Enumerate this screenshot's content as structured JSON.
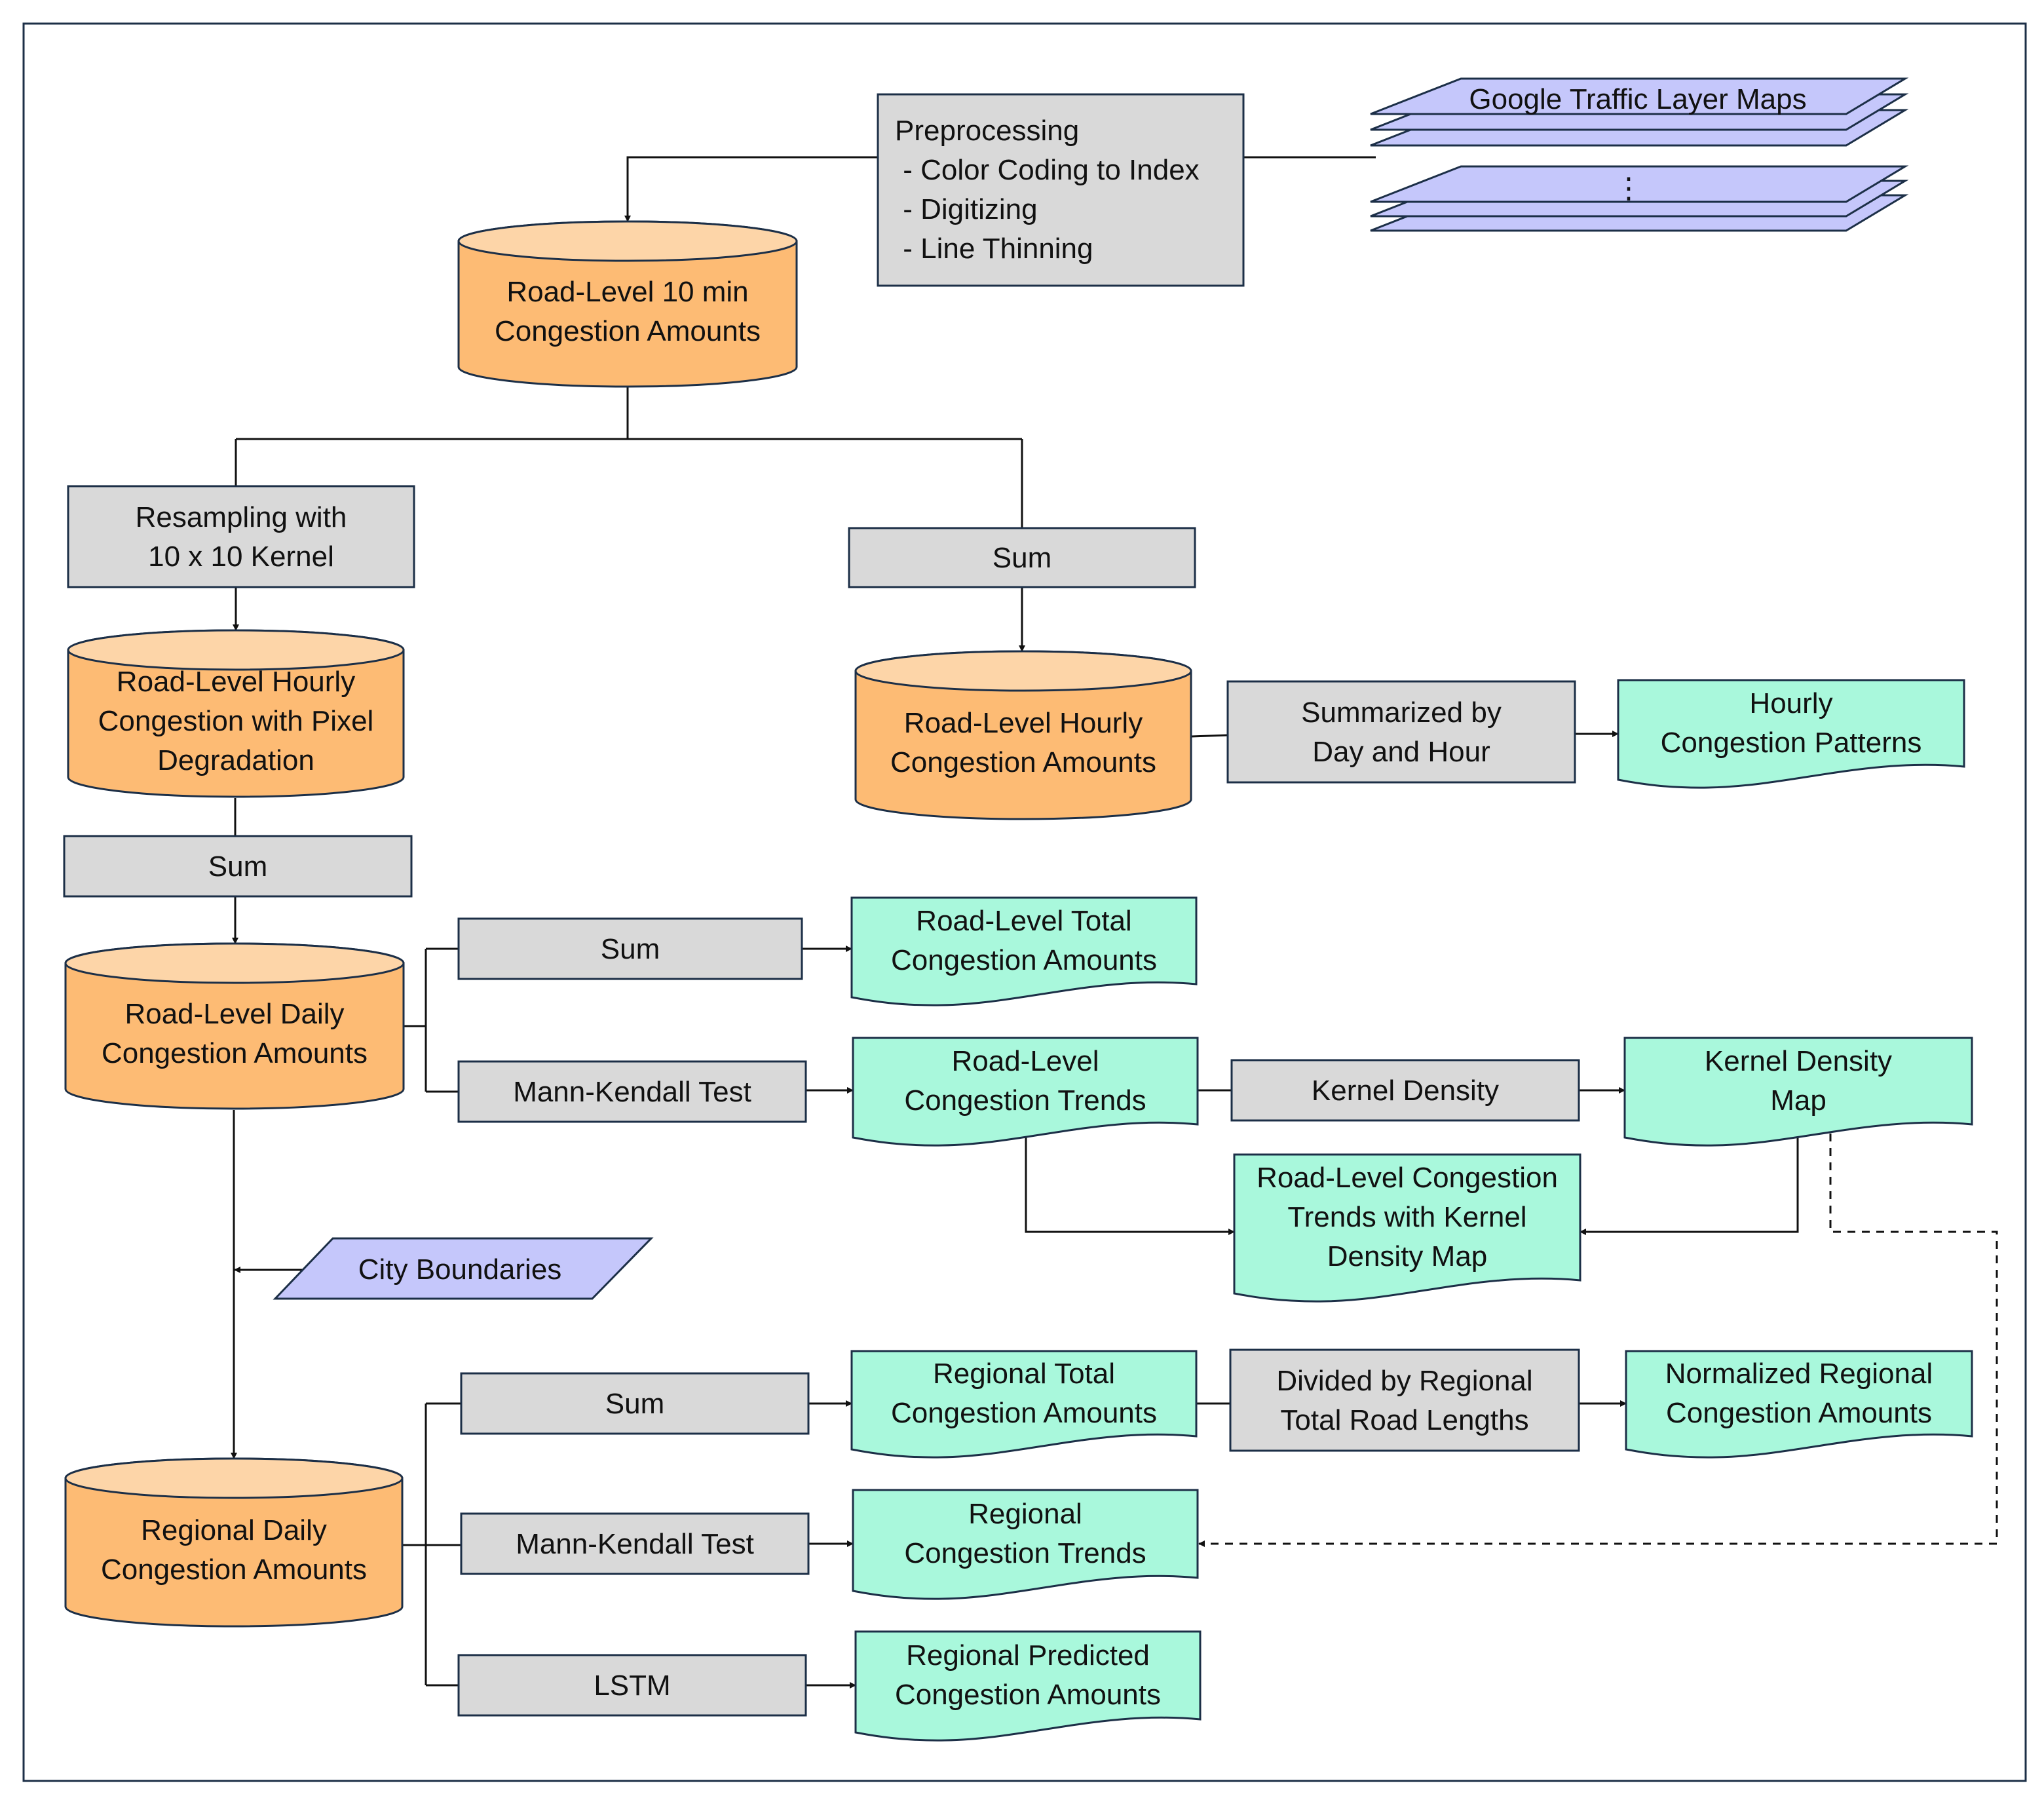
{
  "colors": {
    "process_fill": "#d9d9d9",
    "database_fill": "#fdbb74",
    "database_top": "#fdd5a8",
    "output_fill": "#a9f8dc",
    "input_fill": "#c5c7fb",
    "stroke": "#1c2f47",
    "frame": "#1c2f47"
  },
  "preprocessing": {
    "lines": [
      "Preprocessing",
      " - Color Coding to Index",
      " - Digitizing",
      " - Line Thinning"
    ]
  },
  "inputs": {
    "traffic_maps": "Google Traffic Layer Maps",
    "ellipsis": "⋮",
    "city_boundaries": "City Boundaries"
  },
  "databases": {
    "road_10min": [
      "Road-Level 10 min",
      "Congestion Amounts"
    ],
    "road_hourly_degraded": [
      "Road-Level Hourly",
      "Congestion with Pixel",
      "Degradation"
    ],
    "road_hourly": [
      "Road-Level Hourly",
      "Congestion Amounts"
    ],
    "road_daily": [
      "Road-Level Daily",
      "Congestion Amounts"
    ],
    "regional_daily": [
      "Regional Daily",
      "Congestion Amounts"
    ]
  },
  "processes": {
    "resampling": [
      "Resampling with",
      "10 x 10 Kernel"
    ],
    "sum_right": [
      "Sum"
    ],
    "summarized": [
      "Summarized by",
      "Day and Hour"
    ],
    "sum_left": [
      "Sum"
    ],
    "sum_road_total": [
      "Sum"
    ],
    "mann_kendall_road": [
      "Mann-Kendall Test"
    ],
    "kernel_density": [
      "Kernel Density"
    ],
    "sum_regional": [
      "Sum"
    ],
    "divided": [
      "Divided by Regional",
      "Total Road Lengths"
    ],
    "mann_kendall_regional": [
      "Mann-Kendall Test"
    ],
    "lstm": [
      "LSTM"
    ]
  },
  "outputs": {
    "hourly_patterns": [
      "Hourly",
      "Congestion Patterns"
    ],
    "road_total": [
      "Road-Level Total",
      "Congestion Amounts"
    ],
    "road_trends": [
      "Road-Level",
      "Congestion Trends"
    ],
    "kernel_map": [
      "Kernel Density",
      "Map"
    ],
    "trends_with_kernel": [
      "Road-Level Congestion",
      "Trends with Kernel",
      "Density Map"
    ],
    "regional_total": [
      "Regional Total",
      "Congestion Amounts"
    ],
    "normalized": [
      "Normalized Regional",
      "Congestion Amounts"
    ],
    "regional_trends": [
      "Regional",
      "Congestion Trends"
    ],
    "regional_predicted": [
      "Regional Predicted",
      "Congestion Amounts"
    ]
  }
}
